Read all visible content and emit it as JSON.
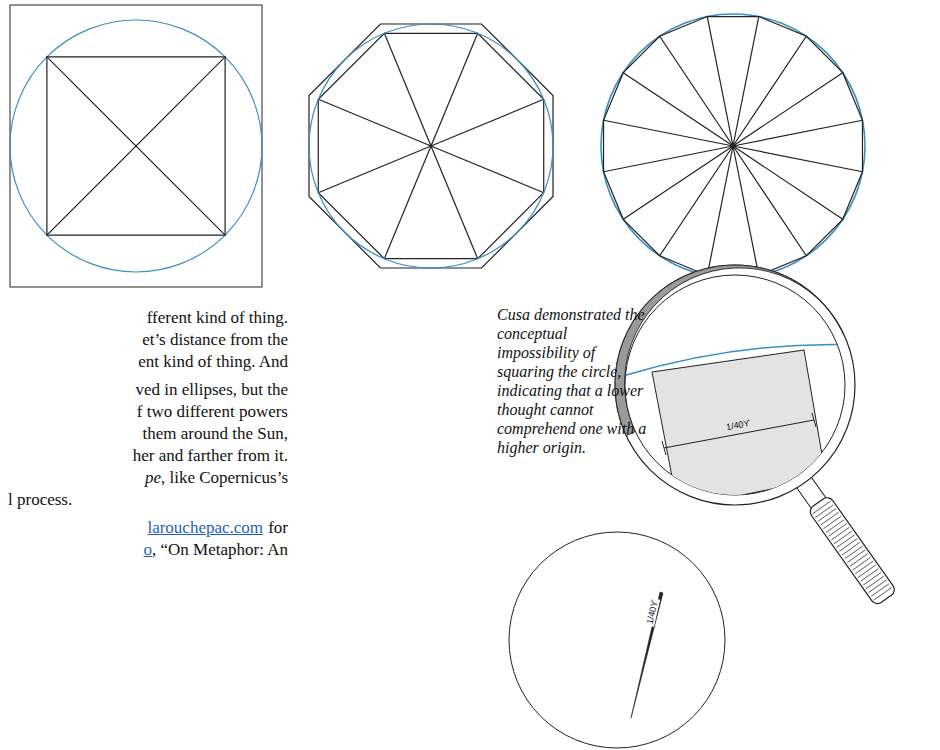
{
  "diagram": {
    "caption": "Cusa demonstrated the conceptual impossibility of squaring the circle, indicating that a lower thought cannot comprehend one with a higher origin.",
    "labels": [
      "fferent kind of thing.",
      "et’s distance from the",
      "ent kind of thing. And",
      "ved in ellipses, but the",
      "f two different powers",
      "them around the Sun,",
      "her and farther from it.",
      "pe",
      ", like Copernicus’s",
      "l process.",
      "larouchepac.com",
      "for",
      "o",
      ", “On Metaphor: An",
      "1/40ϒ",
      "1/40ϒ"
    ]
  }
}
